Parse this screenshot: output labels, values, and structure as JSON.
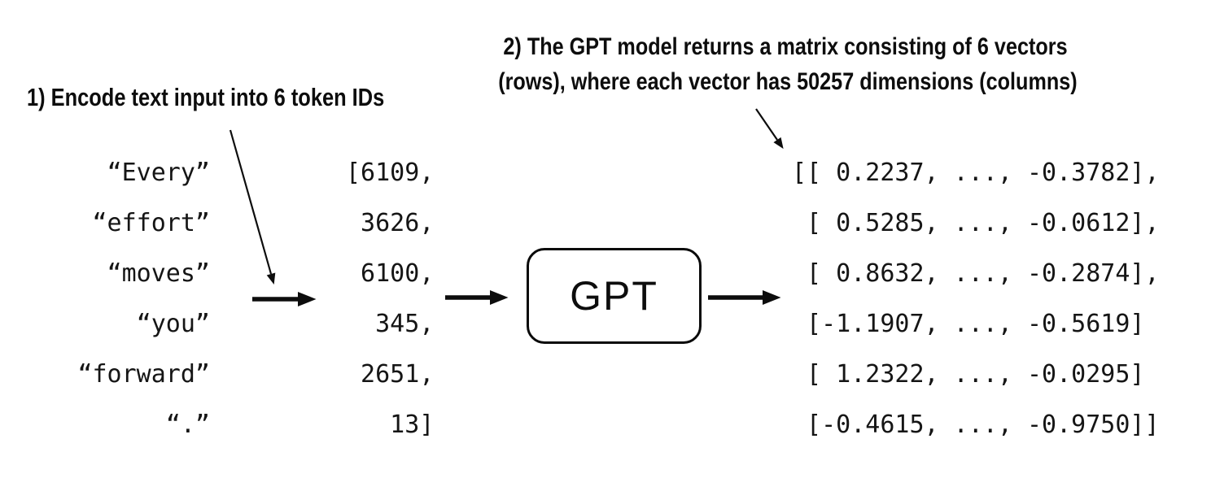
{
  "annotations": {
    "step1": "1) Encode text input into 6 token IDs",
    "step2_line1": "2) The GPT model returns a matrix consisting of 6 vectors",
    "step2_line2": "(rows), where each vector has 50257 dimensions (columns)"
  },
  "tokens": {
    "items": [
      "“Every”",
      "“effort”",
      "“moves”",
      "“you”",
      "“forward”",
      "“.”"
    ]
  },
  "token_ids": {
    "items": [
      "[6109,",
      " 3626,",
      " 6100,",
      "  345,",
      " 2651,",
      "   13]"
    ]
  },
  "model": {
    "label": "GPT"
  },
  "output_matrix": {
    "rows": 6,
    "columns": 50257,
    "items": [
      "[[ 0.2237, ..., -0.3782],",
      " [ 0.5285, ..., -0.0612],",
      " [ 0.8632, ..., -0.2874],",
      " [-1.1907, ..., -0.5619]",
      " [ 1.2322, ..., -0.0295]",
      " [-0.4615, ..., -0.9750]]"
    ]
  },
  "colors": {
    "ink": "#0d0d0d",
    "background": "#ffffff"
  }
}
